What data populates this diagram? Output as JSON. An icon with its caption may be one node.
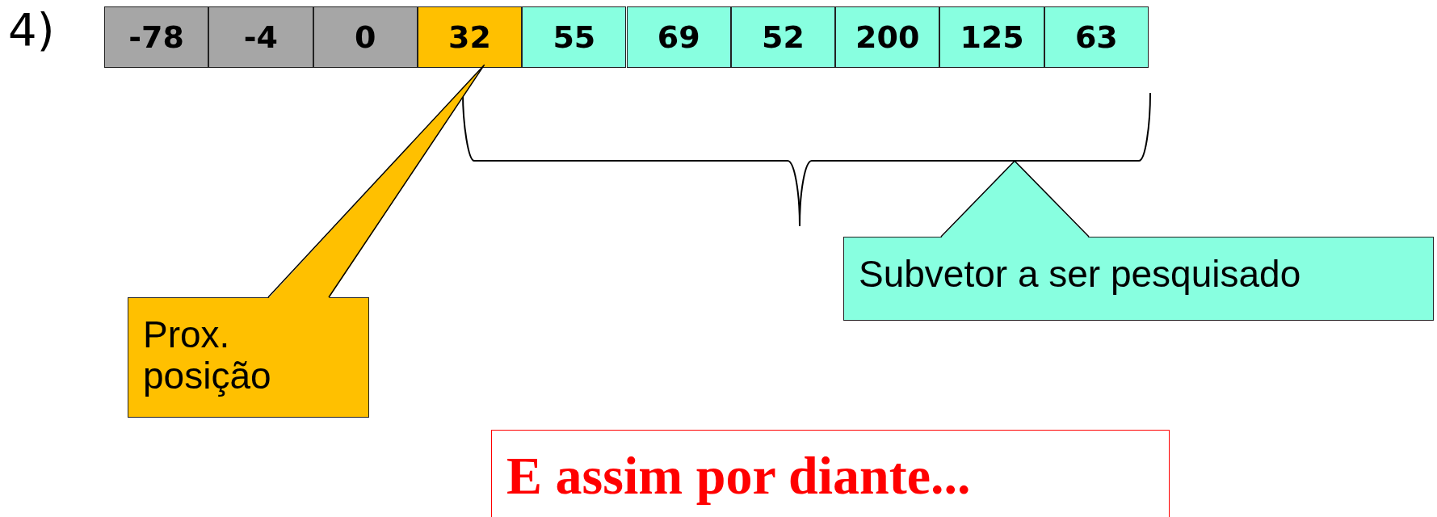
{
  "diagram": {
    "nodes": [
      {
        "text": [
          "-78"
        ]
      },
      {
        "text": [
          "-4"
        ]
      },
      {
        "text": [
          "0"
        ]
      },
      {
        "text": [
          "32"
        ]
      },
      {
        "text": [
          "55"
        ]
      },
      {
        "text": [
          "69"
        ]
      },
      {
        "text": [
          "52"
        ]
      },
      {
        "text": [
          "200"
        ]
      },
      {
        "text": [
          "125"
        ]
      },
      {
        "text": [
          "63"
        ]
      },
      {
        "text": [],
        "shape": "brace"
      },
      {
        "text": [
          "Subvetor a ser pesquisado"
        ]
      },
      {
        "text": [
          "Prox. posição"
        ]
      },
      {
        "text": [
          "E assim por diante..."
        ]
      }
    ],
    "edges": [
      {
        "from": 11,
        "to": 10,
        "arrow": "none"
      },
      {
        "from": 12,
        "to": 3,
        "arrow": "none"
      }
    ],
    "labels": [
      "4)"
    ]
  }
}
